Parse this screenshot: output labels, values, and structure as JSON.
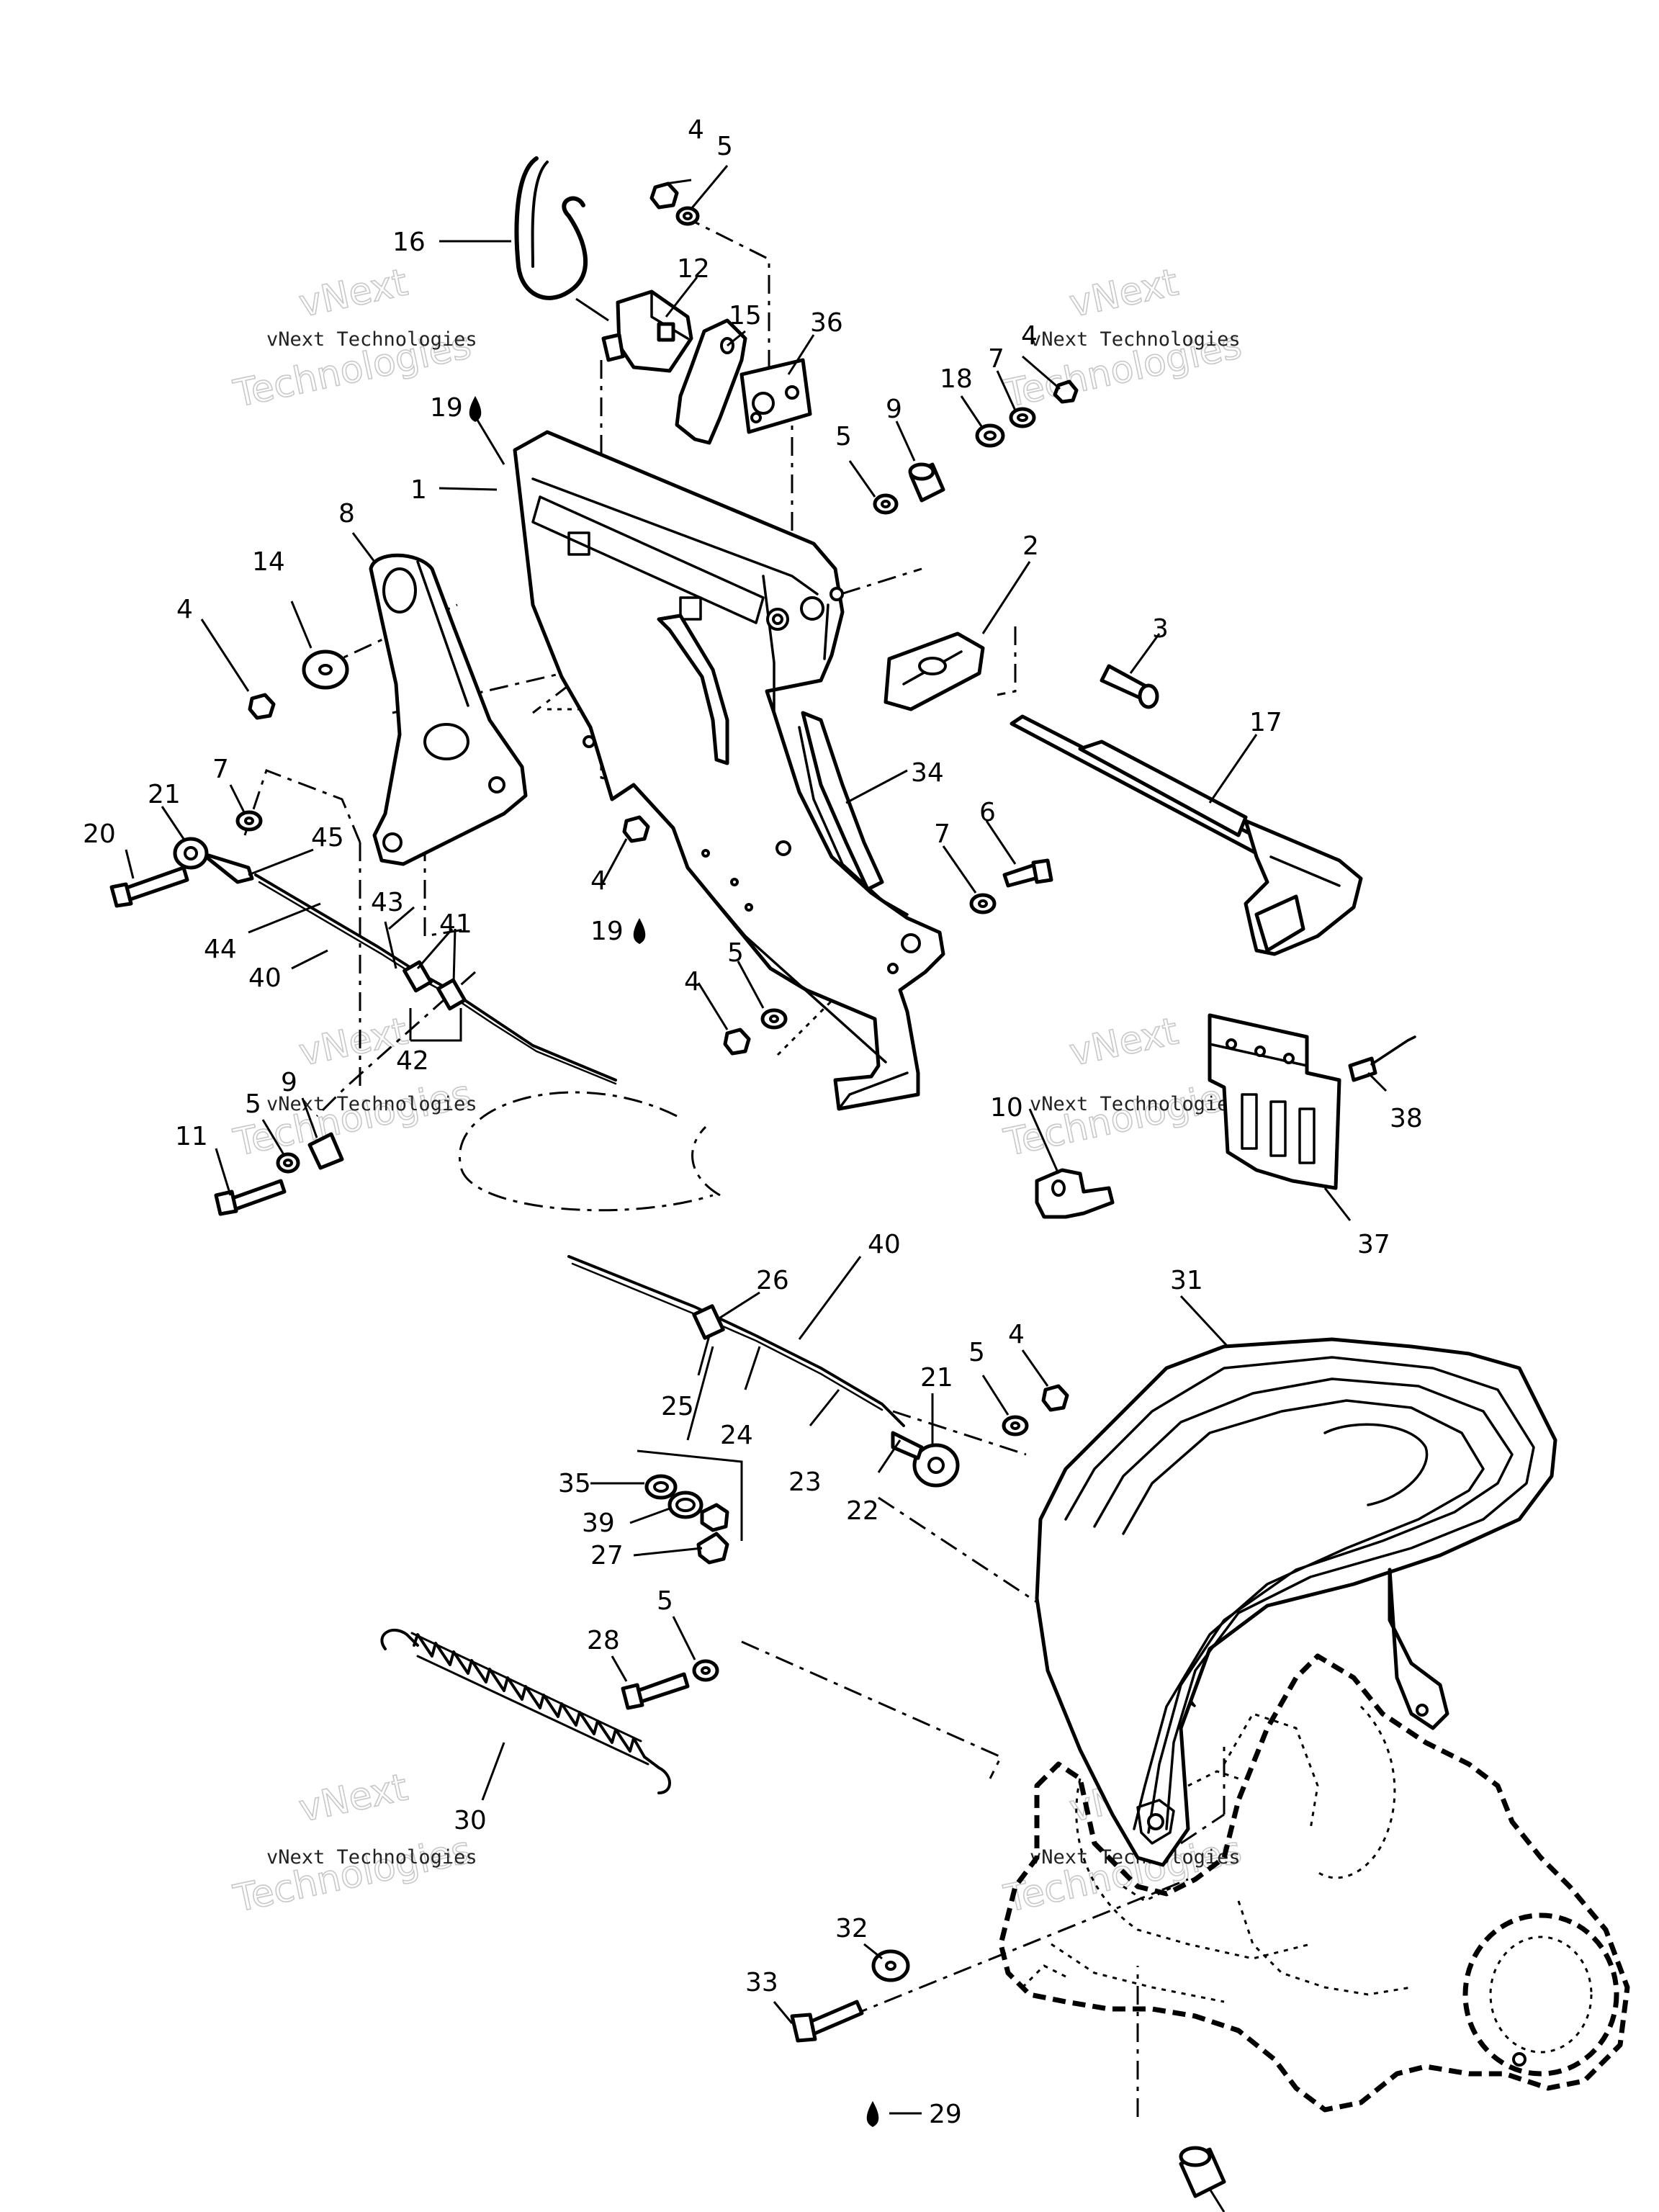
{
  "watermark": {
    "text": "vNext Technologies",
    "line1": "vNext",
    "line2": "Technologies"
  },
  "callouts": [
    "1",
    "2",
    "3",
    "4",
    "5",
    "6",
    "7",
    "8",
    "9",
    "10",
    "11",
    "12",
    "14",
    "15",
    "16",
    "17",
    "18",
    "19",
    "20",
    "21",
    "22",
    "23",
    "24",
    "25",
    "26",
    "27",
    "28",
    "29",
    "30",
    "31",
    "32",
    "33",
    "34",
    "35",
    "36",
    "37",
    "38",
    "39",
    "40",
    "41",
    "42",
    "43",
    "44",
    "45"
  ],
  "colors": {
    "line": "#000000",
    "background": "#ffffff",
    "watermark": "#c8c8c8"
  },
  "icons": {
    "lubricant": "oil-drop-icon"
  }
}
